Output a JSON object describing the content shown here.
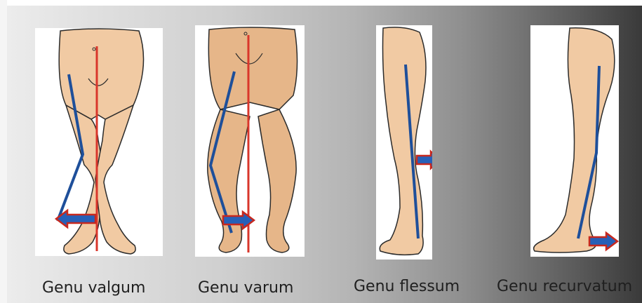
{
  "figures": [
    {
      "id": "genu-valgum",
      "caption": "Genu valgum"
    },
    {
      "id": "genu-varum",
      "caption": "Genu varum"
    },
    {
      "id": "genu-flessum",
      "caption": "Genu flessum"
    },
    {
      "id": "genu-recurvatum",
      "caption": "Genu recurvatum"
    }
  ],
  "colors": {
    "skin": "#f1caa3",
    "skin_shadow": "#d9a67c",
    "outline": "#2b2b2b",
    "reference_line": "#d9362b",
    "axis_line": "#1e4f9a",
    "arrow_fill": "#2660b8",
    "arrow_outline": "#c7281e"
  }
}
